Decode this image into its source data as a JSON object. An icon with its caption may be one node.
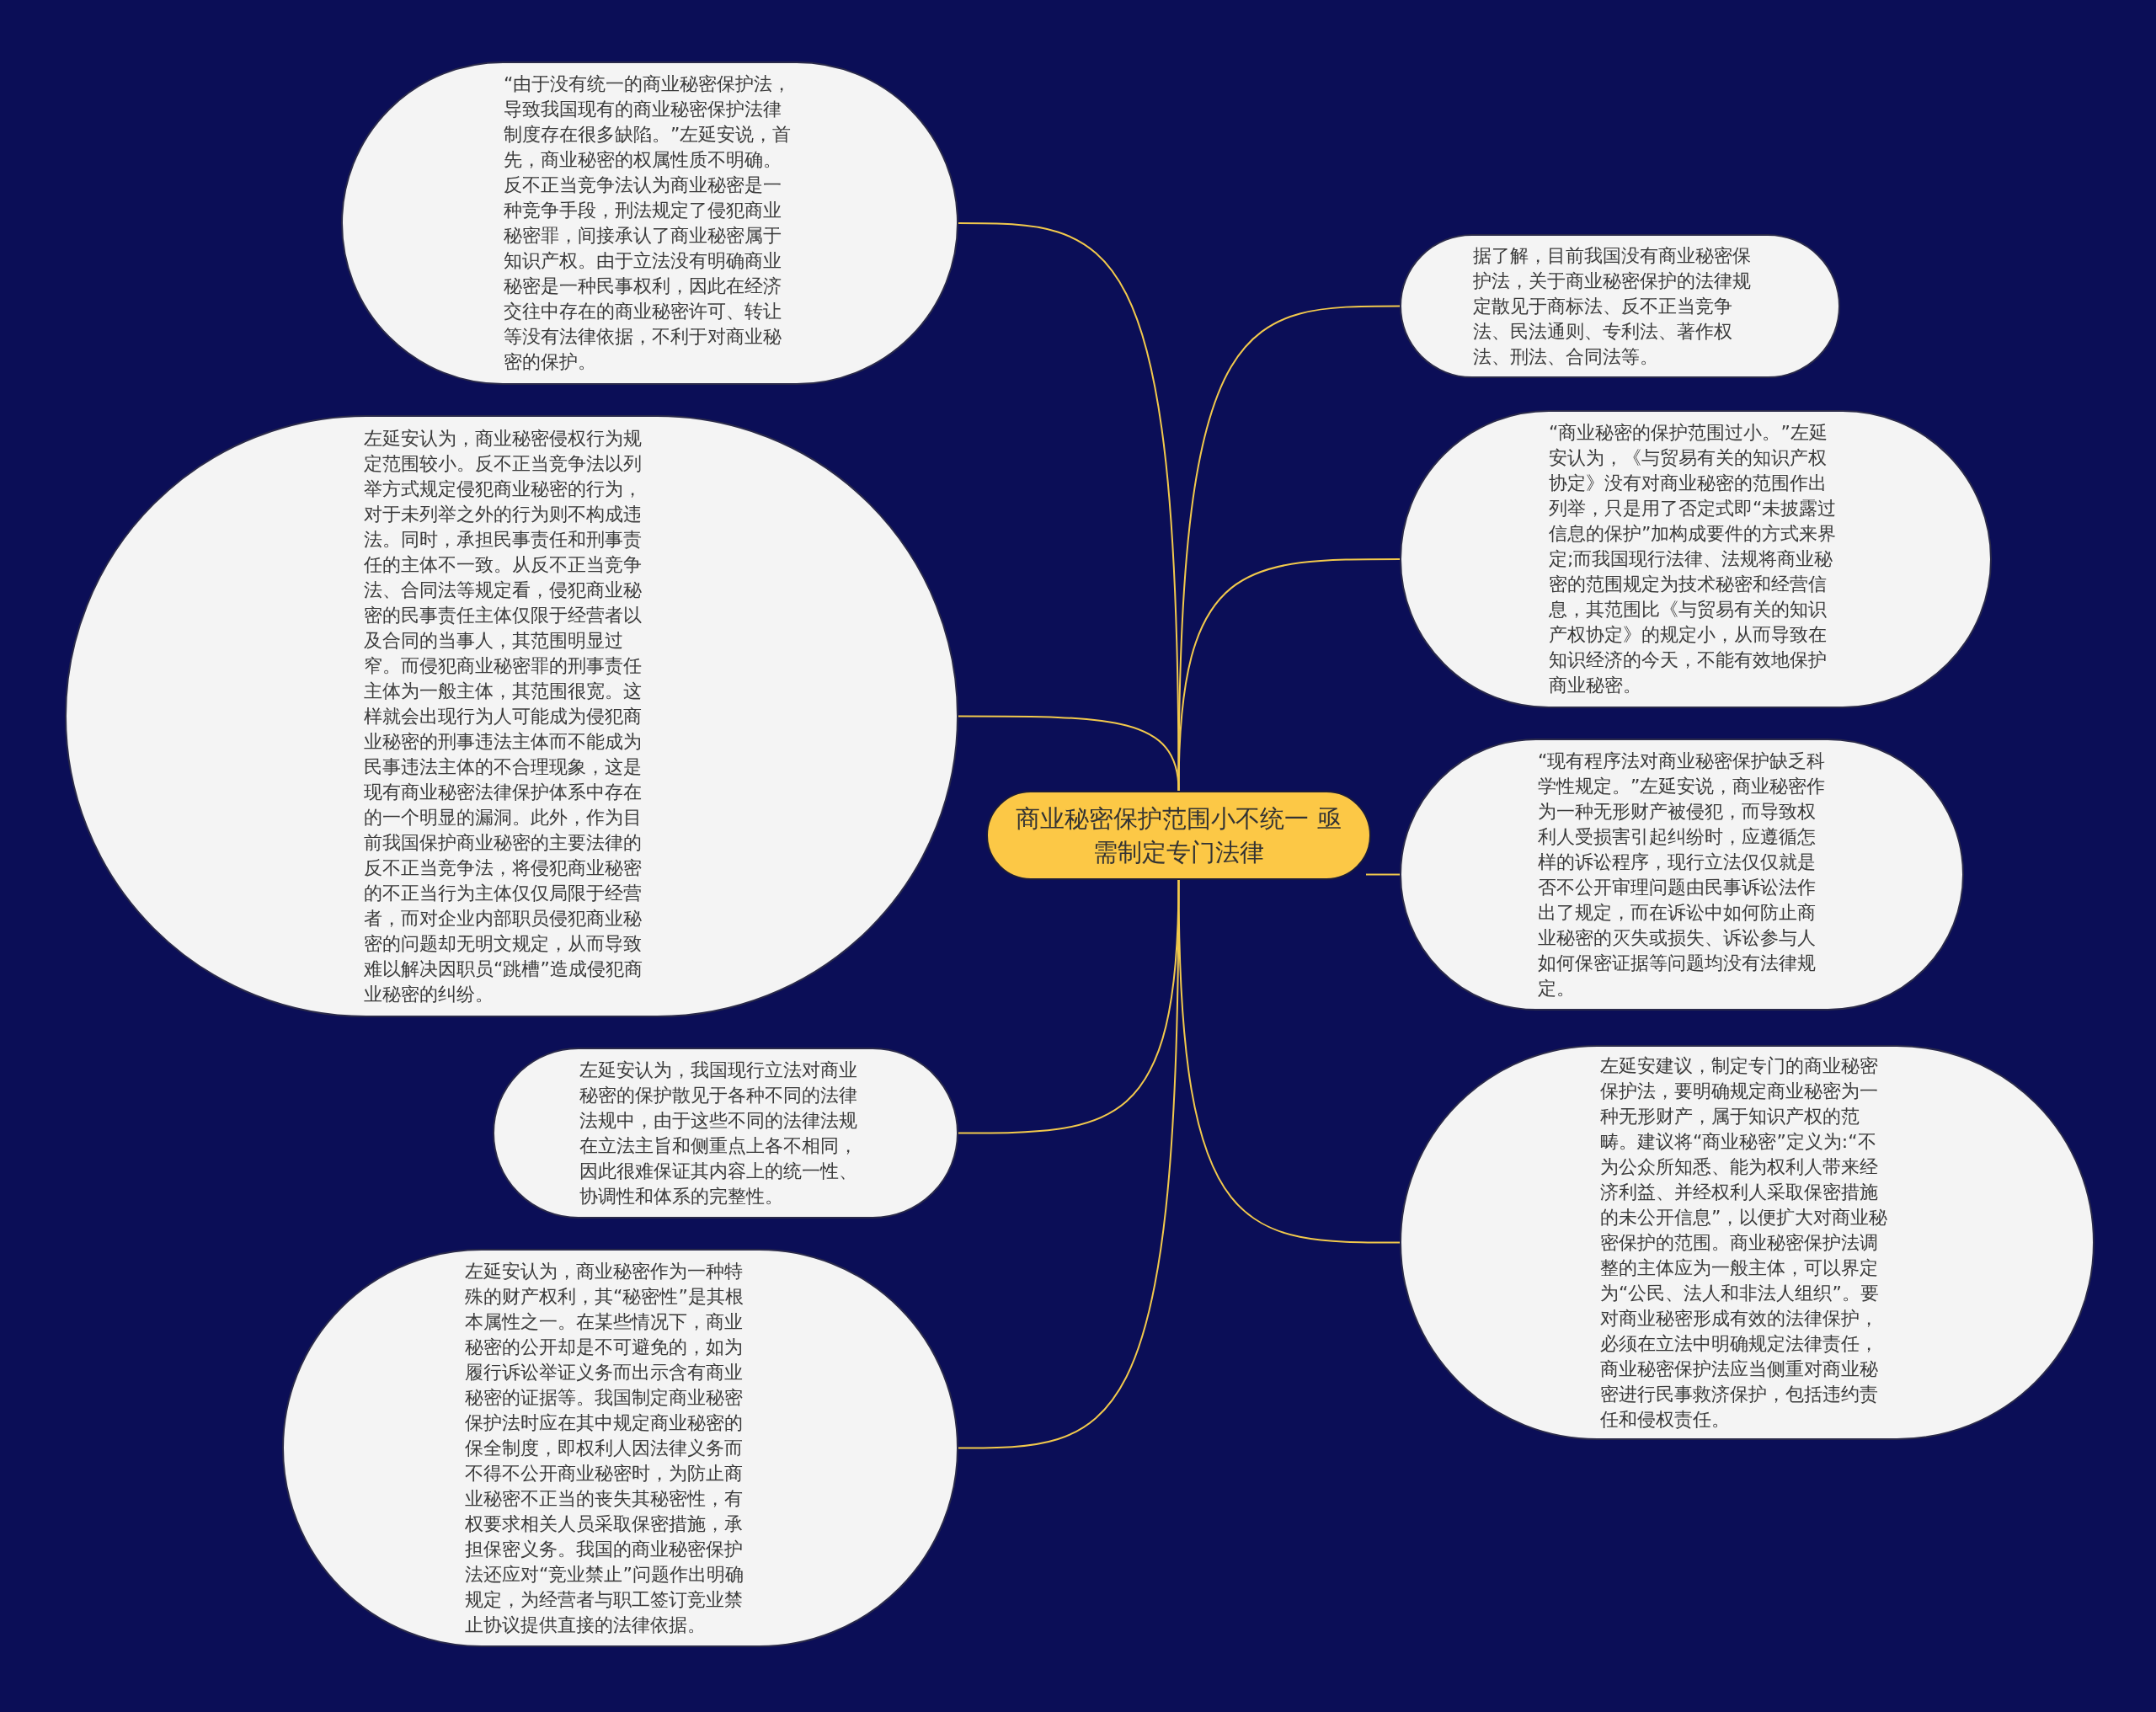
{
  "diagram": {
    "nodes": [
      {
        "text": [
          "商业秘密保护范围小不统一 亟需制定专门法律"
        ]
      },
      {
        "text": [
          "“由于没有统一的商业秘密保护法，导致我国现有的商业秘密保护法律制度存在很多缺陷。”左延安说，首先，商业秘密的权属性质不明确。反不正当竞争法认为商业秘密是一种竞争手段，刑法规定了侵犯商业秘密罪，间接承认了商业秘密属于知识产权。由于立法没有明确商业秘密是一种民事权利，因此在经济交往中存在的商业秘密许可、转让等没有法律依据，不利于对商业秘密的保护。"
        ]
      },
      {
        "text": [
          "左延安认为，商业秘密侵权行为规定范围较小。反不正当竞争法以列举方式规定侵犯商业秘密的行为，对于未列举之外的行为则不构成违法。同时，承担民事责任和刑事责任的主体不一致。从反不正当竞争法、合同法等规定看，侵犯商业秘密的民事责任主体仅限于经营者以及合同的当事人，其范围明显过窄。而侵犯商业秘密罪的刑事责任主体为一般主体，其范围很宽。这样就会出现行为人可能成为侵犯商业秘密的刑事违法主体而不能成为民事违法主体的不合理现象，这是现有商业秘密法律保护体系中存在的一个明显的漏洞。此外，作为目前我国保护商业秘密的主要法律的反不正当竞争法，将侵犯商业秘密的不正当行为主体仅仅局限于经营者，而对企业内部职员侵犯商业秘密的问题却无明文规定，从而导致难以解决因职员“跳槽”造成侵犯商业秘密的纠纷。"
        ]
      },
      {
        "text": [
          "左延安认为，我国现行立法对商业秘密的保护散见于各种不同的法律法规中，由于这些不同的法律法规在立法主旨和侧重点上各不相同，因此很难保证其内容上的统一性、协调性和体系的完整性。"
        ]
      },
      {
        "text": [
          "左延安认为，商业秘密作为一种特殊的财产权利，其“秘密性”是其根本属性之一。在某些情况下，商业秘密的公开却是不可避免的，如为履行诉讼举证义务而出示含有商业秘密的证据等。我国制定商业秘密保护法时应在其中规定商业秘密的保全制度，即权利人因法律义务而不得不公开商业秘密时，为防止商业秘密不正当的丧失其秘密性，有权要求相关人员采取保密措施，承担保密义务。我国的商业秘密保护法还应对“竞业禁止”问题作出明确规定，为经营者与职工签订竞业禁止协议提供直接的法律依据。"
        ]
      },
      {
        "text": [
          "据了解，目前我国没有商业秘密保护法，关于商业秘密保护的法律规定散见于商标法、反不正当竞争法、民法通则、专利法、著作权法、刑法、合同法等。"
        ]
      },
      {
        "text": [
          "“商业秘密的保护范围过小。”左延安认为，《与贸易有关的知识产权协定》没有对商业秘密的范围作出列举，只是用了否定式即“未披露过信息的保护”加构成要件的方式来界定;而我国现行法律、法规将商业秘密的范围规定为技术秘密和经营信息，其范围比《与贸易有关的知识产权协定》的规定小，从而导致在知识经济的今天，不能有效地保护商业秘密。"
        ]
      },
      {
        "text": [
          "“现有程序法对商业秘密保护缺乏科学性规定。”左延安说，商业秘密作为一种无形财产被侵犯，而导致权利人受损害引起纠纷时，应遵循怎样的诉讼程序，现行立法仅仅就是否不公开审理问题由民事诉讼法作出了规定，而在诉讼中如何防止商业秘密的灭失或损失、诉讼参与人如何保密证据等问题均没有法律规定。"
        ]
      },
      {
        "text": [
          "左延安建议，制定专门的商业秘密保护法，要明确规定商业秘密为一种无形财产，属于知识产权的范畴。建议将“商业秘密”定义为:“不为公众所知悉、能为权利人带来经济利益、并经权利人采取保密措施的未公开信息”，以便扩大对商业秘密保护的范围。商业秘密保护法调整的主体应为一般主体，可以界定为“公民、法人和非法人组织”。要对商业秘密形成有效的法律保护，必须在立法中明确规定法律责任，商业秘密保护法应当侧重对商业秘密进行民事救济保护，包括违约责任和侵权责任。"
        ]
      }
    ],
    "edges": [
      {
        "from": 0,
        "to": 1,
        "arrow": "none"
      },
      {
        "from": 0,
        "to": 2,
        "arrow": "none"
      },
      {
        "from": 0,
        "to": 3,
        "arrow": "none"
      },
      {
        "from": 0,
        "to": 4,
        "arrow": "none"
      },
      {
        "from": 0,
        "to": 5,
        "arrow": "none"
      },
      {
        "from": 0,
        "to": 6,
        "arrow": "none"
      },
      {
        "from": 0,
        "to": 7,
        "arrow": "none"
      },
      {
        "from": 0,
        "to": 8,
        "arrow": "none"
      }
    ]
  }
}
